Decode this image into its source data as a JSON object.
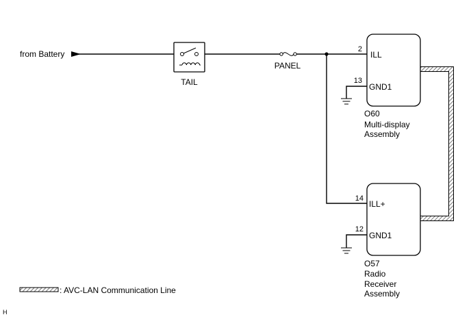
{
  "source": {
    "label": "from Battery"
  },
  "relay": {
    "label": "TAIL"
  },
  "fuse": {
    "label": "PANEL"
  },
  "components": [
    {
      "id": "O60",
      "name_line1": "Multi-display",
      "name_line2": "Assembly",
      "name_line3": "",
      "pins": [
        {
          "number": "2",
          "name": "ILL"
        },
        {
          "number": "13",
          "name": "GND1"
        }
      ]
    },
    {
      "id": "O57",
      "name_line1": "Radio",
      "name_line2": "Receiver",
      "name_line3": "Assembly",
      "pins": [
        {
          "number": "14",
          "name": "ILL+"
        },
        {
          "number": "12",
          "name": "GND1"
        }
      ]
    }
  ],
  "legend": {
    "label": ": AVC-LAN Communication Line"
  },
  "corner_mark": "H",
  "colors": {
    "wire": "#000000",
    "avc_lan_hatch": "#888888"
  }
}
